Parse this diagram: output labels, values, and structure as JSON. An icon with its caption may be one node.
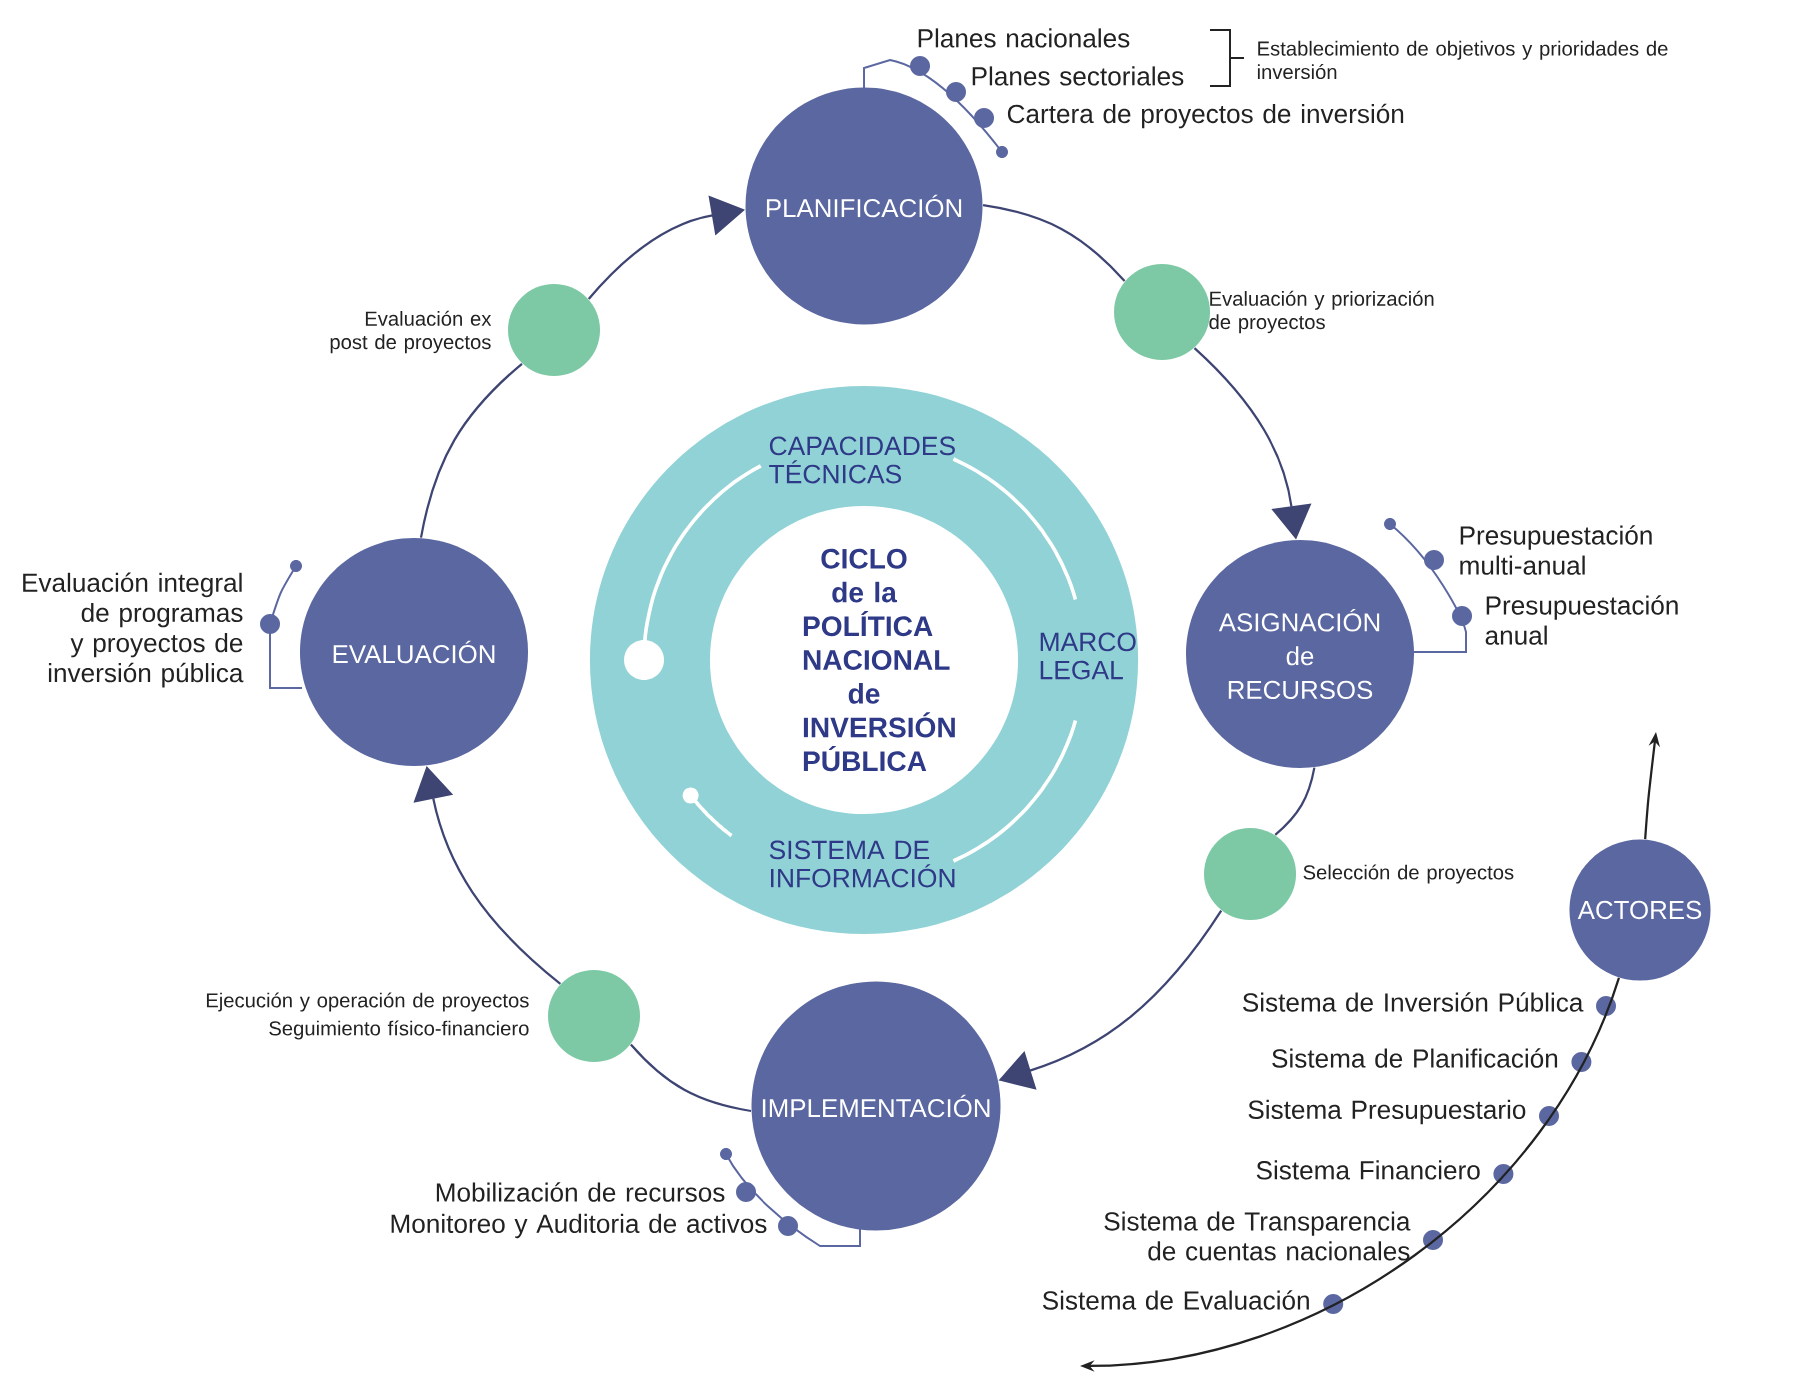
{
  "diagram": {
    "nodes": [
      {
        "text": [
          "PLANIFICACIÓN"
        ],
        "beside": [
          "Planes nacionales",
          "Planes sectoriales",
          "Cartera de proyectos de inversión"
        ]
      },
      {
        "text": [],
        "shape": "circle",
        "beside": [
          "Evaluación y priorización de proyectos"
        ]
      },
      {
        "text": [
          "ASIGNACIÓN de RECURSOS"
        ],
        "beside": [
          "Presupuestación multi-anual",
          "Presupuestación anual"
        ]
      },
      {
        "text": [],
        "shape": "circle",
        "beside": [
          "Selección de proyectos"
        ]
      },
      {
        "text": [
          "IMPLEMENTACIÓN"
        ],
        "beside": [
          "Mobilización de recursos",
          "Monitoreo y Auditoria de activos"
        ]
      },
      {
        "text": [],
        "shape": "circle",
        "beside": [
          "Ejecución y operación de proyectos",
          "Seguimiento físico-financiero"
        ]
      },
      {
        "text": [
          "EVALUACIÓN"
        ],
        "beside": [
          "Evaluación integral de programas y proyectos de inversión pública"
        ]
      },
      {
        "text": [],
        "shape": "circle",
        "beside": [
          "Evaluación ex post de proyectos"
        ]
      },
      {
        "text": [
          "CAPACIDADES TÉCNICAS",
          "MARCO LEGAL",
          "SISTEMA DE INFORMACIÓN"
        ]
      },
      {
        "text": [
          "CICLO de la POLÍTICA NACIONAL de INVERSIÓN PÚBLICA"
        ],
        "in": 8
      },
      {
        "text": [
          "ACTORES"
        ],
        "beside": [
          "Sistema de Inversión Pública",
          "Sistema de Planificación",
          "Sistema Presupuestario",
          "Sistema Financiero",
          "Sistema de Transparencia de cuentas nacionales",
          "Sistema de Evaluación"
        ]
      }
    ],
    "edges": [
      {
        "from": 0,
        "to": 1,
        "arrow": "none"
      },
      {
        "from": 1,
        "to": 2,
        "arrow": "to"
      },
      {
        "from": 2,
        "to": 3,
        "arrow": "none"
      },
      {
        "from": 3,
        "to": 4,
        "arrow": "to"
      },
      {
        "from": 4,
        "to": 5,
        "arrow": "none"
      },
      {
        "from": 5,
        "to": 6,
        "arrow": "to"
      },
      {
        "from": 6,
        "to": 7,
        "arrow": "none"
      },
      {
        "from": 7,
        "to": 0,
        "arrow": "to"
      },
      {
        "from": 10,
        "to": null,
        "arrow": "to"
      },
      {
        "from": 10,
        "to": null,
        "arrow": "to"
      }
    ],
    "labels": [
      "Establecimiento de objetivos y prioridades de inversión"
    ]
  }
}
